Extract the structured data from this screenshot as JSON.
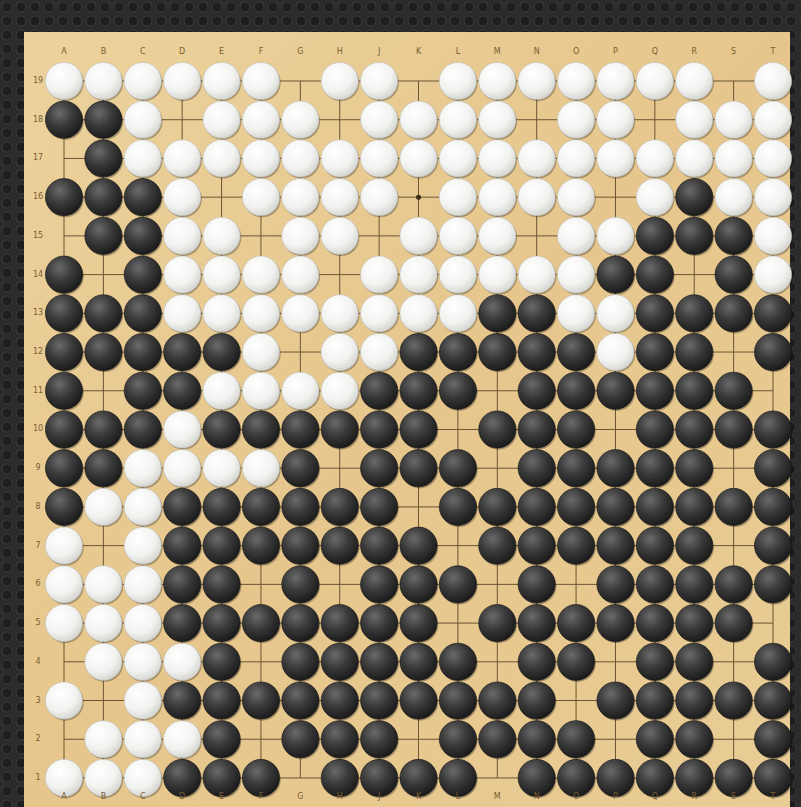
{
  "diagram": {
    "labels": [
      "A",
      "B",
      "C",
      "D",
      "E",
      "F",
      "G",
      "H",
      "J",
      "K",
      "L",
      "M",
      "N",
      "O",
      "P",
      "Q",
      "R",
      "S",
      "T",
      "19",
      "18",
      "17",
      "16",
      "15",
      "14",
      "13",
      "12",
      "11",
      "10",
      "9",
      "8",
      "7",
      "6",
      "5",
      "4",
      "3",
      "2",
      "1",
      "A",
      "B",
      "C",
      "D",
      "E",
      "F",
      "G",
      "H",
      "J",
      "K",
      "L",
      "M",
      "N",
      "O",
      "P",
      "Q",
      "R",
      "S",
      "T"
    ]
  }
}
